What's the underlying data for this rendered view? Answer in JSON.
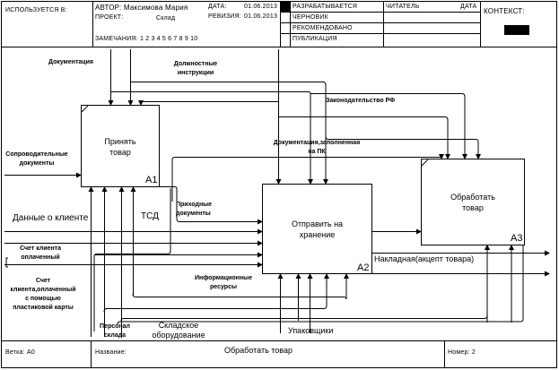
{
  "header": {
    "used_in_label": "ИСПОЛЬЗУЕТСЯ В:",
    "author_label": "АВТОР:",
    "author_value": "Максимова Мария",
    "project_label": "ПРОЕКТ:",
    "project_value": "Склад",
    "date_label": "ДАТА:",
    "date_value": "01.06.2013",
    "revision_label": "РЕВИЗИЯ:",
    "revision_value": "01.06.2013",
    "notes_label": "ЗАМЕЧАНИЯ:",
    "notes_numbers": "1  2  3  4  5  6  7  8  9  10",
    "status_items": [
      "РАЗРАБАТЫВАЕТСЯ",
      "ЧЕРНОВИК",
      "РЕКОМЕНДОВАНО",
      "ПУБЛИКАЦИЯ"
    ],
    "status_selected_index": 0,
    "reader_label": "ЧИТАТЕЛЬ",
    "reader_date_label": "ДАТА",
    "context_label": "КОНТЕКСТ:"
  },
  "diagram": {
    "boxes": [
      {
        "title_line1": "Принять",
        "title_line2": "товар",
        "number": "A1"
      },
      {
        "title_line1": "Отправить на",
        "title_line2": "хранение",
        "number": "A2"
      },
      {
        "title_line1": "Обработать",
        "title_line2": "товар",
        "number": "A3"
      }
    ],
    "arrow_labels": {
      "documentation": "Документация",
      "job_instructions_1": "Должностные",
      "job_instructions_2": "инструкции",
      "legislation": "Законодательство РФ",
      "doc_filled_1": "Документация,заполненная",
      "doc_filled_2": "на ПК",
      "accompanying_1": "Сопроводительные",
      "accompanying_2": "документы",
      "incoming_1": "Приходные",
      "incoming_2": "документы",
      "client_data": "Данные о клиенте",
      "tsd": "ТСД",
      "invoice_paid_1": "Счет клиента",
      "invoice_paid_2": "оплаченный",
      "invoice_card_1": "Счет",
      "invoice_card_2": "клиента,оплаченный",
      "invoice_card_3": "с помощью",
      "invoice_card_4": "пластиковой карты",
      "info_resources_1": "Информационные",
      "info_resources_2": "ресурсы",
      "waybill": "Накладная(акцепт товара)",
      "staff_1": "Персонал",
      "staff_2": "склада",
      "equipment_1": "Складское",
      "equipment_2": "оборудование",
      "packers": "Упаковщики"
    }
  },
  "footer": {
    "node_label": "Ветка:",
    "node_value": "A0",
    "title_label": "Название:",
    "title_value": "Обработать товар",
    "number_label": "Номер:",
    "number_value": "2"
  }
}
